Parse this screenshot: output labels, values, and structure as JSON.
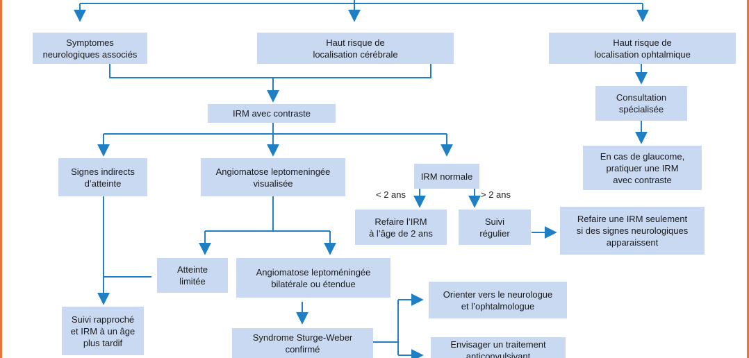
{
  "colors": {
    "box_fill": "#c9d9f2",
    "connector": "#1f7fc4",
    "frame_accent": "#e8743b"
  },
  "nodes": {
    "symptomes": "Symptomes\nneurologiques associés",
    "haut_risque_cerebral": "Haut risque de\nlocalisation cérébrale",
    "haut_risque_ophtalmique": "Haut risque de\nlocalisation ophtalmique",
    "irm_contraste": "IRM avec contraste",
    "consultation": "Consultation\nspécialisée",
    "glaucome": "En cas de glaucome,\npratiquer une IRM\navec contraste",
    "signes_indirects": "Signes indirects\nd’atteinte",
    "angiomatose_visualisee": "Angiomatose leptomeningée\nvisualisée",
    "irm_normale": "IRM normale",
    "refaire_irm_2ans": "Refaire l’IRM\nà l’âge de 2 ans",
    "suivi_regulier": "Suivi\nrégulier",
    "refaire_irm_signes": "Refaire une IRM seulement\nsi des signes neurologiques\napparaissent",
    "atteinte_limitee": "Atteinte\nlimitée",
    "angiomatose_bilaterale": "Angiomatose leptoméningée\nbilatérale ou étendue",
    "suivi_rapproche": "Suivi rapproché\net IRM à un âge\nplus tardif",
    "orienter": "Orienter vers le neurologue\net l’ophtalmologue",
    "sturge_weber": "Syndrome Sturge-Weber\nconfirmé",
    "envisager": "Envisager un traitement\nanticonvulsivant"
  },
  "labels": {
    "moins_2ans": "< 2 ans",
    "plus_2ans": "> 2 ans"
  }
}
